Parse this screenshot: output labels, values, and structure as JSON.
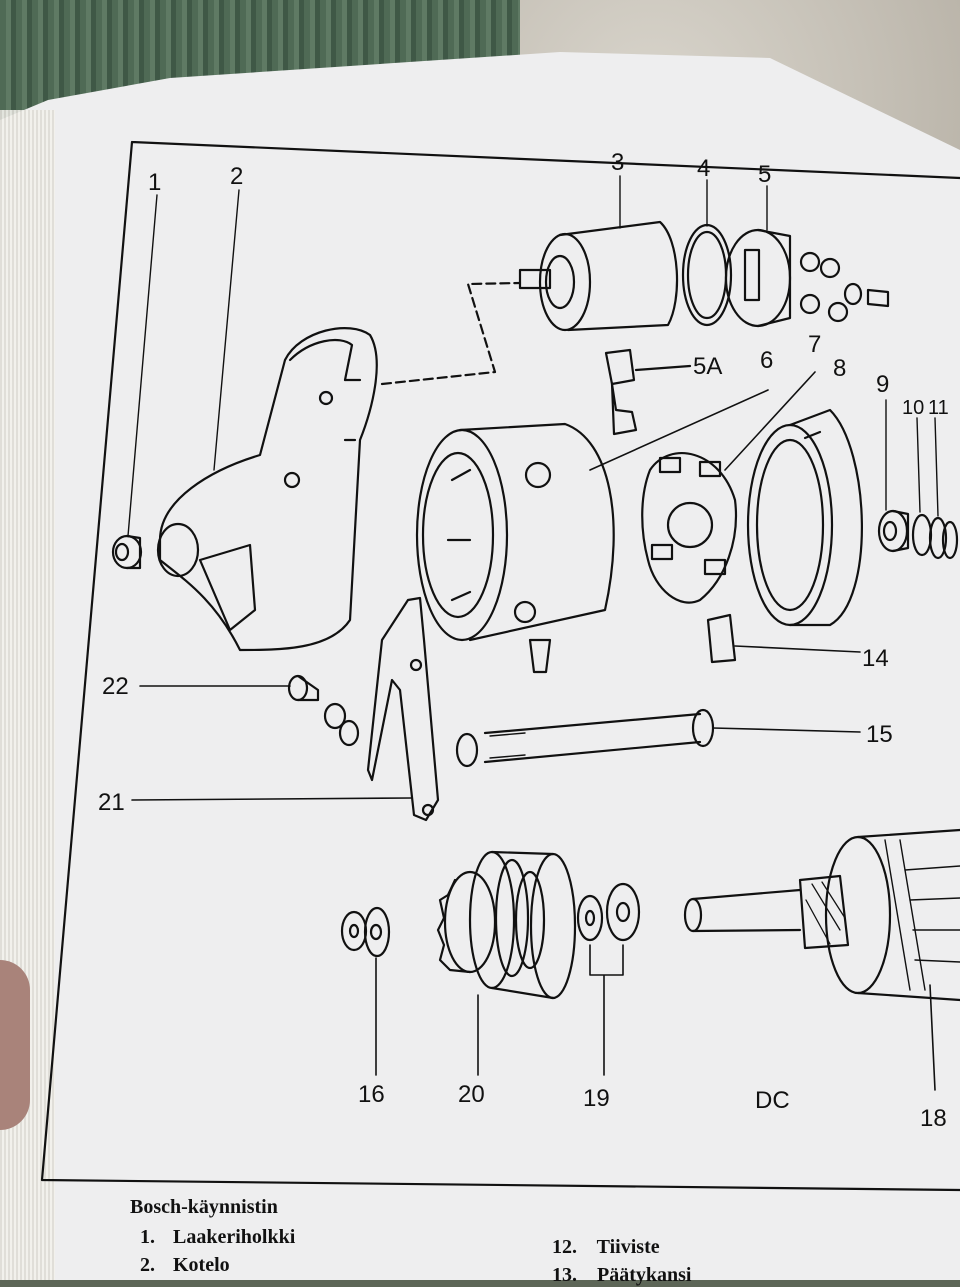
{
  "figure": {
    "callouts": [
      "1",
      "2",
      "3",
      "4",
      "5",
      "5A",
      "6",
      "7",
      "8",
      "9",
      "10",
      "11",
      "14",
      "15",
      "16",
      "18",
      "19",
      "20",
      "21",
      "22"
    ],
    "annotation": "DC"
  },
  "caption": {
    "title": "Bosch-käynnistin",
    "items": [
      {
        "num": "1.",
        "label": "Laakeriholkki"
      },
      {
        "num": "2.",
        "label": "Kotelo"
      },
      {
        "num": "12.",
        "label": "Tiiviste"
      },
      {
        "num": "13.",
        "label": "Päätykansi"
      }
    ]
  },
  "colors": {
    "paper": "#eeeeef",
    "ink": "#111111"
  }
}
